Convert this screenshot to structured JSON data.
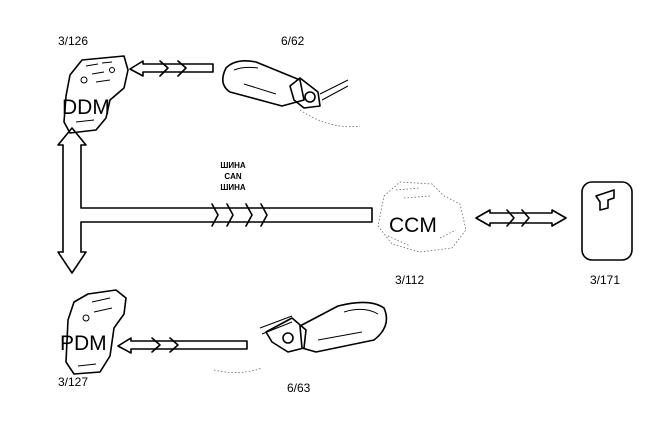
{
  "modules": {
    "ddm": {
      "label": "DDM",
      "part_no": "3/126"
    },
    "pdm": {
      "label": "PDM",
      "part_no": "3/127"
    },
    "ccm": {
      "label": "CCM",
      "part_no": "3/112"
    },
    "panel": {
      "part_no": "3/171"
    }
  },
  "mirrors": {
    "driver": {
      "part_no": "6/62"
    },
    "passenger": {
      "part_no": "6/63"
    }
  },
  "bus": {
    "line1": "ШИНА",
    "line2": "CAN",
    "line3": "ШИНА"
  }
}
